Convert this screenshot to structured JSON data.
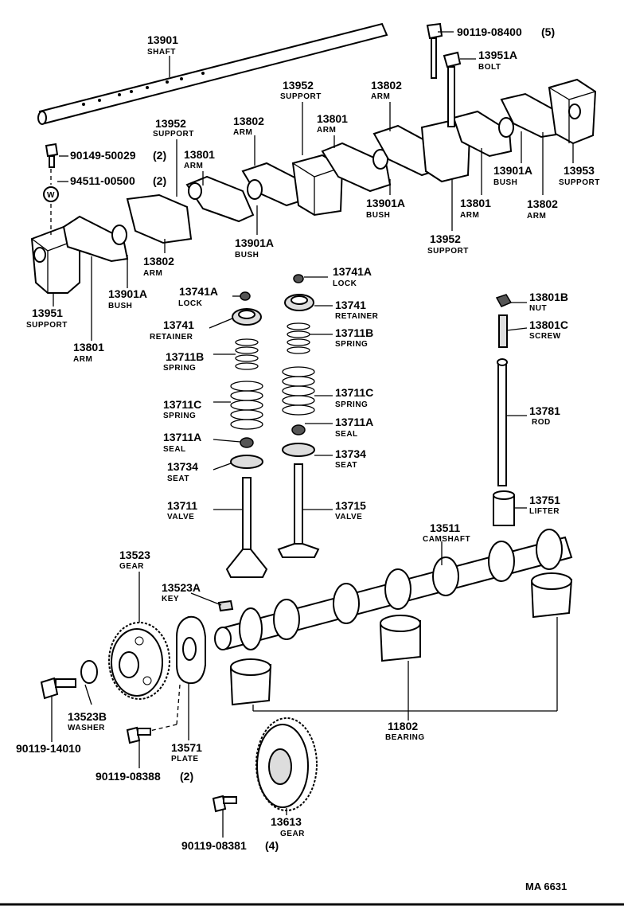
{
  "diagram_ref": "MA 6631",
  "labels": {
    "shaft": {
      "part": "13901",
      "name": "SHAFT"
    },
    "bolt_5": {
      "part": "90119-08400",
      "qty": "(5)"
    },
    "bolt_13951a": {
      "part": "13951A",
      "name": "BOLT"
    },
    "support_left": {
      "part": "13952",
      "name": "SUPPORT"
    },
    "support_center": {
      "part": "13952",
      "name": "SUPPORT"
    },
    "support_right": {
      "part": "13952",
      "name": "SUPPORT"
    },
    "arm_center_top": {
      "part": "13802",
      "name": "ARM"
    },
    "arm_13802_a": {
      "part": "13802",
      "name": "ARM"
    },
    "arm_13801_a": {
      "part": "13801",
      "name": "ARM"
    },
    "arm_13801_b": {
      "part": "13801",
      "name": "ARM"
    },
    "bolt_2": {
      "part": "90149-50029",
      "qty": "(2)"
    },
    "washer_2": {
      "part": "94511-00500",
      "qty": "(2)"
    },
    "bush_a": {
      "part": "13901A",
      "name": "BUSH"
    },
    "bush_b": {
      "part": "13901A",
      "name": "BUSH"
    },
    "bush_c": {
      "part": "13901A",
      "name": "BUSH"
    },
    "bush_d": {
      "part": "13901A",
      "name": "BUSH"
    },
    "support_13953": {
      "part": "13953",
      "name": "SUPPORT"
    },
    "arm_13801_c": {
      "part": "13801",
      "name": "ARM"
    },
    "arm_13802_b": {
      "part": "13802",
      "name": "ARM"
    },
    "arm_13802_c": {
      "part": "13802",
      "name": "ARM"
    },
    "support_13951": {
      "part": "13951",
      "name": "SUPPORT"
    },
    "arm_13801_d": {
      "part": "13801",
      "name": "ARM"
    },
    "lock_left": {
      "part": "13741A",
      "name": "LOCK"
    },
    "lock_right": {
      "part": "13741A",
      "name": "LOCK"
    },
    "retainer_left": {
      "part": "13741",
      "name": "RETAINER"
    },
    "retainer_right": {
      "part": "13741",
      "name": "RETAINER"
    },
    "spring_b_left": {
      "part": "13711B",
      "name": "SPRING"
    },
    "spring_b_right": {
      "part": "13711B",
      "name": "SPRING"
    },
    "spring_c_left": {
      "part": "13711C",
      "name": "SPRING"
    },
    "spring_c_right": {
      "part": "13711C",
      "name": "SPRING"
    },
    "seal_left": {
      "part": "13711A",
      "name": "SEAL"
    },
    "seal_right": {
      "part": "13711A",
      "name": "SEAL"
    },
    "seat_left": {
      "part": "13734",
      "name": "SEAT"
    },
    "seat_right": {
      "part": "13734",
      "name": "SEAT"
    },
    "valve_13711": {
      "part": "13711",
      "name": "VALVE"
    },
    "valve_13715": {
      "part": "13715",
      "name": "VALVE"
    },
    "nut": {
      "part": "13801B",
      "name": "NUT"
    },
    "screw": {
      "part": "13801C",
      "name": "SCREW"
    },
    "rod": {
      "part": "13781",
      "name": "ROD"
    },
    "lifter": {
      "part": "13751",
      "name": "LIFTER"
    },
    "camshaft": {
      "part": "13511",
      "name": "CAMSHAFT"
    },
    "gear_13523": {
      "part": "13523",
      "name": "GEAR"
    },
    "key": {
      "part": "13523A",
      "name": "KEY"
    },
    "washer_13523b": {
      "part": "13523B",
      "name": "WASHER"
    },
    "bolt_14010": {
      "part": "90119-14010"
    },
    "plate": {
      "part": "13571",
      "name": "PLATE"
    },
    "bearing": {
      "part": "11802",
      "name": "BEARING"
    },
    "bolt_08388": {
      "part": "90119-08388",
      "qty": "(2)"
    },
    "gear_13613": {
      "part": "13613",
      "name": "GEAR"
    },
    "bolt_08381": {
      "part": "90119-08381",
      "qty": "(4)"
    }
  }
}
